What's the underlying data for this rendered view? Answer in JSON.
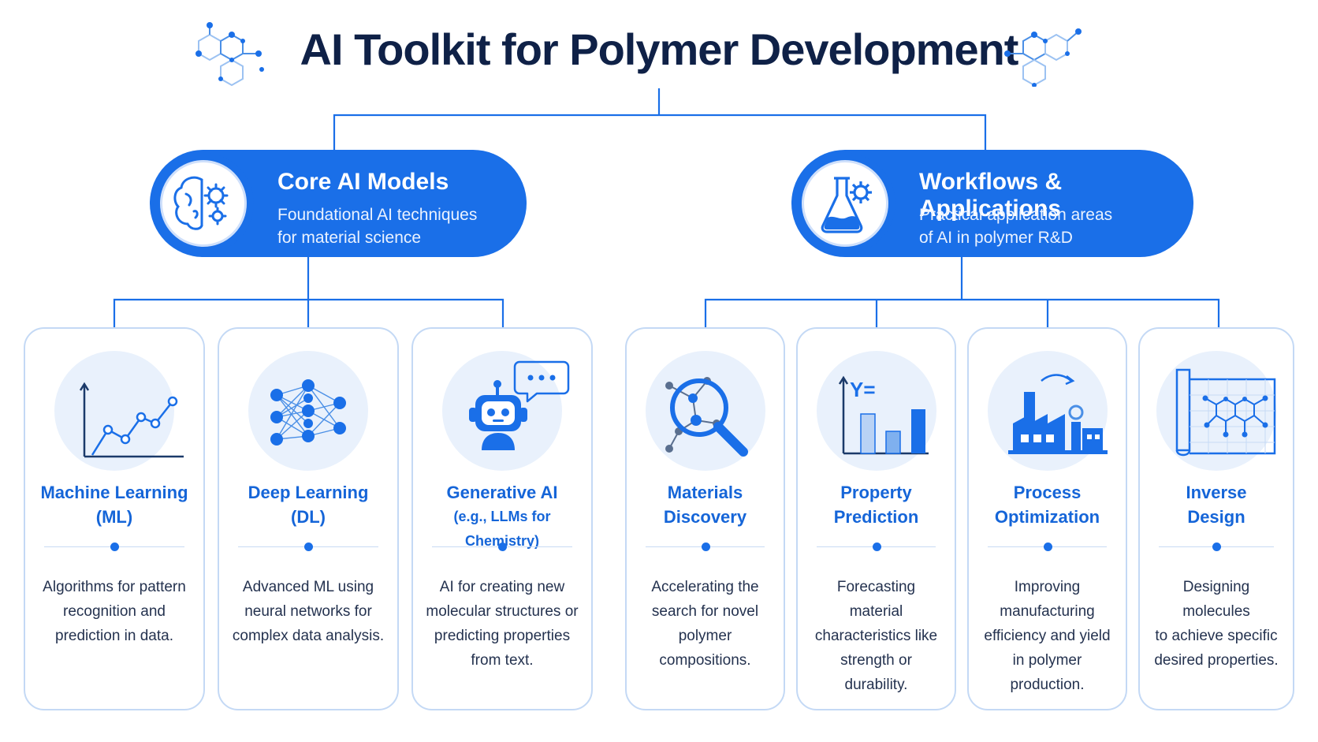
{
  "title": "AI Toolkit for Polymer Development",
  "groups": [
    {
      "title": "Core AI Models",
      "subtitle_line1": "Foundational AI techniques",
      "subtitle_line2": "for material science",
      "icon": "brain-gear-icon"
    },
    {
      "title": "Workflows & Applications",
      "subtitle_line1": "Practical application areas",
      "subtitle_line2": "of AI in polymer R&D",
      "icon": "flask-gear-icon"
    }
  ],
  "cards": [
    {
      "title1": "Machine Learning",
      "title2": "(ML)",
      "desc": [
        "Algorithms for pattern",
        "recognition and",
        "prediction in data."
      ],
      "icon": "line-chart-icon"
    },
    {
      "title1": "Deep Learning",
      "title2": "(DL)",
      "desc": [
        "Advanced ML using",
        "neural networks for",
        "complex data analysis."
      ],
      "icon": "neural-network-icon"
    },
    {
      "title1": "Generative AI",
      "title2": "(e.g., LLMs for Chemistry)",
      "desc": [
        "AI for creating new",
        "molecular structures or",
        "predicting properties",
        "from text."
      ],
      "icon": "robot-chat-icon"
    },
    {
      "title1": "Materials",
      "title2": "Discovery",
      "desc": [
        "Accelerating the",
        "search for novel",
        "polymer",
        "compositions."
      ],
      "icon": "magnifier-molecule-icon"
    },
    {
      "title1": "Property",
      "title2": "Prediction",
      "desc": [
        "Forecasting material",
        "characteristics like",
        "strength or",
        "durability."
      ],
      "icon": "bar-chart-equation-icon",
      "icon_text": "Y="
    },
    {
      "title1": "Process",
      "title2": "Optimization",
      "desc": [
        "Improving",
        "manufacturing",
        "efficiency and yield",
        "in polymer",
        "production."
      ],
      "icon": "factory-icon"
    },
    {
      "title1": "Inverse",
      "title2": "Design",
      "desc": [
        "Designing molecules",
        "to achieve specific",
        "desired properties."
      ],
      "icon": "blueprint-molecule-icon"
    }
  ],
  "colors": {
    "accent": "#1a6fe8",
    "title": "#0f2147",
    "card_title": "#1565d8",
    "line": "#1a6fe8",
    "card_border": "#c4d9f5",
    "icon_bg": "#e9f1fc"
  }
}
